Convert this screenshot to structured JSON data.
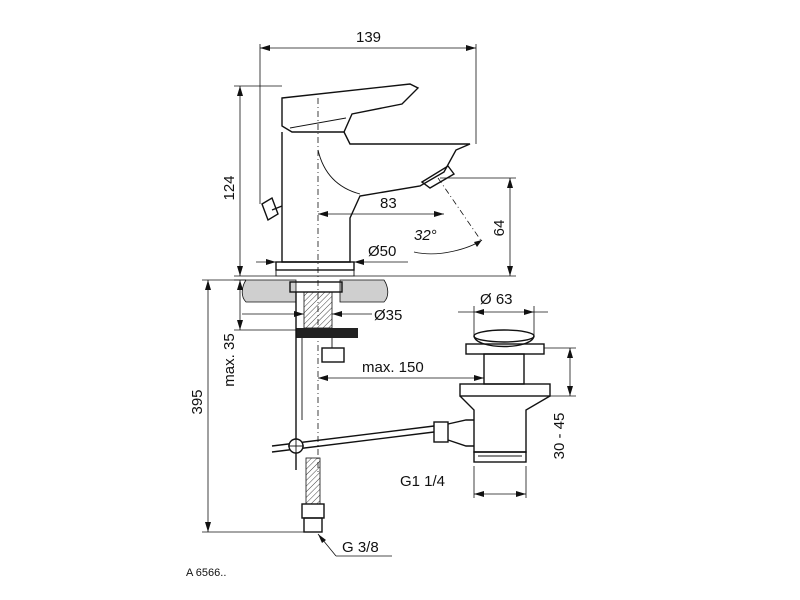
{
  "labels": {
    "width_top": "139",
    "height_left": "124",
    "spout_reach": "83",
    "angle": "32°",
    "spout_height": "64",
    "base_diameter": "Ø50",
    "hole_diameter": "Ø35",
    "waste_diameter": "Ø 63",
    "max_thickness": "max. 35",
    "max_distance": "max. 150",
    "total_height": "395",
    "waste_range": "30 - 45",
    "waste_thread": "G1 1/4",
    "hose_thread": "G 3/8",
    "drawing_ref": "A 6566.."
  }
}
